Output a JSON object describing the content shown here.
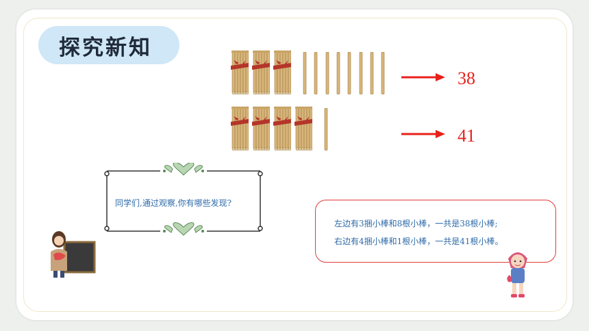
{
  "title": "探究新知",
  "rows": [
    {
      "bundles": 3,
      "singles": 8,
      "result": "38"
    },
    {
      "bundles": 4,
      "singles": 1,
      "result": "41"
    }
  ],
  "question": "同学们,通过观察,你有哪些发现?",
  "answer": {
    "line1": "左边有3捆小棒和8根小棒，一共是38根小棒;",
    "line2": "右边有4捆小棒和1根小棒，一共是41根小棒。"
  },
  "colors": {
    "accent_red": "#e8201a",
    "text_blue": "#2e6aa8",
    "title_pill": "#cfe7f6",
    "stick_wood": "#d9b67a",
    "heart_green": "#b9d6b3"
  },
  "icons": [
    "stick-bundle-icon",
    "single-stick-icon",
    "arrow-right-icon",
    "heart-ornament-icon",
    "teacher-illustration",
    "girl-illustration"
  ]
}
